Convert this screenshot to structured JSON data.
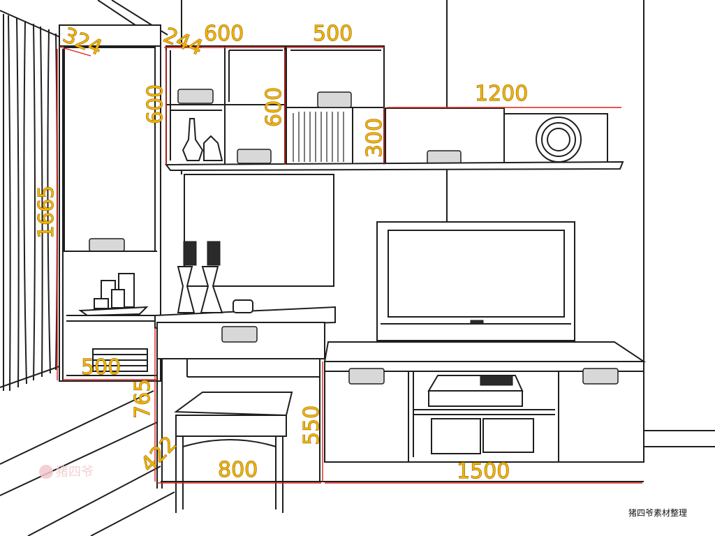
{
  "dimensions": {
    "wardrobe_depth": "324",
    "shelf_depth": "244",
    "upper_shelf_width_a": "600",
    "upper_shelf_width_b": "500",
    "upper_shelf_height_a": "600",
    "upper_shelf_height_b": "600",
    "cabinet_height": "300",
    "wall_shelf_width": "1200",
    "wardrobe_height": "1665",
    "side_shelf_width": "500",
    "desk_height": "765",
    "desk_depth": "422",
    "desk_width": "800",
    "tv_cabinet_height": "550",
    "tv_cabinet_width": "1500"
  },
  "watermark": {
    "text": "猪四爷"
  },
  "caption": "猪四爷素材整理"
}
